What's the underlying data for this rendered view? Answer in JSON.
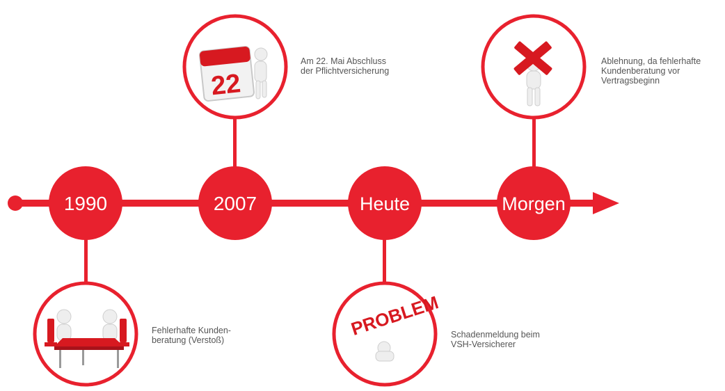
{
  "colors": {
    "accent": "#e8212e",
    "illustration_red": "#d71920",
    "figure": "#e9e9e9"
  },
  "timeline": [
    {
      "label": "1990",
      "caption": "Fehlerhafte Kunden-\nberatung (Verstoß)",
      "illustration": "meeting-table-icon",
      "side": "below"
    },
    {
      "label": "2007",
      "caption": "Am 22. Mai Abschluss\nder Pflichtversicherung",
      "illustration": "calendar-icon",
      "side": "above",
      "calendar_day": "22"
    },
    {
      "label": "Heute",
      "caption": "Schadenmeldung beim\nVSH-Versicherer",
      "illustration": "problem-blocks-icon",
      "side": "below",
      "problem_word": "PROBLEM"
    },
    {
      "label": "Morgen",
      "caption": "Ablehnung, da fehlerhafte\nKundenberatung vor\nVertragsbeginn",
      "illustration": "red-x-icon",
      "side": "above"
    }
  ]
}
